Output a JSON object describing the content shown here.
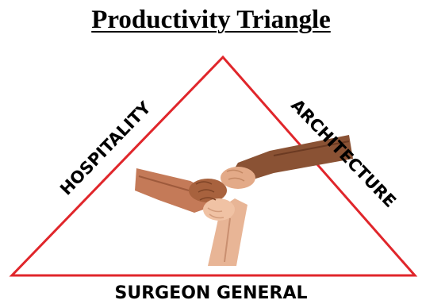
{
  "title": "Productivity Triangle",
  "triangle": {
    "edge_color": "#e0262b",
    "left_side_label": "HOSPITALITY",
    "right_side_label": "ARCHITECTURE",
    "base_label": "SURGEON GENERAL"
  },
  "center_image": {
    "icon": "three-joined-hands-image"
  }
}
